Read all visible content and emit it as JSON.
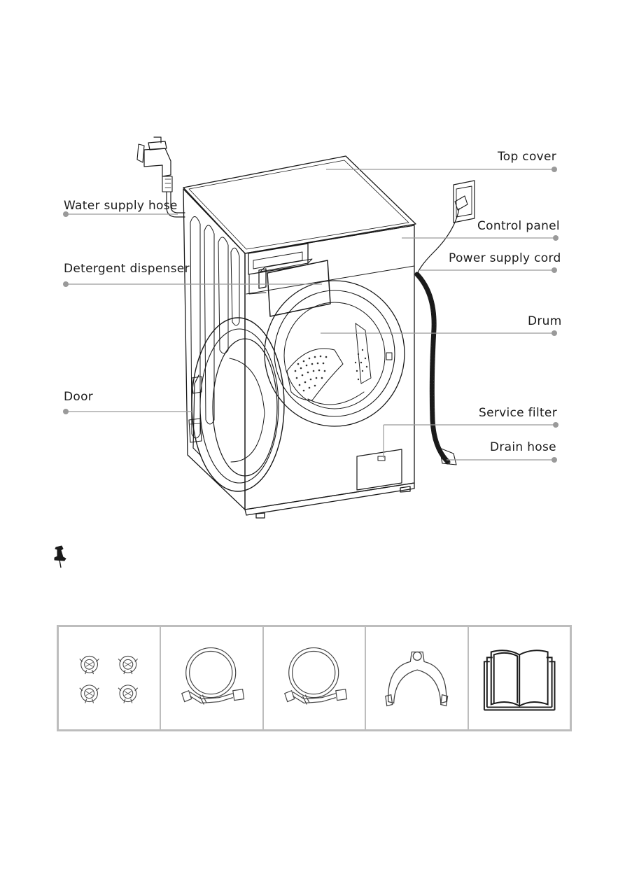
{
  "callouts": {
    "top_cover": "Top cover",
    "water_supply_hose": "Water supply hose",
    "control_panel": "Control panel",
    "power_supply_cord": "Power supply cord",
    "detergent_dispenser": "Detergent dispenser",
    "drum": "Drum",
    "door": "Door",
    "service_filter": "Service filter",
    "drain_hose": "Drain hose"
  },
  "accessories": [
    {
      "icon": "transit-bolt-caps-icon"
    },
    {
      "icon": "water-inlet-hose-icon"
    },
    {
      "icon": "water-inlet-hose-icon"
    },
    {
      "icon": "drain-hose-bracket-icon"
    },
    {
      "icon": "manual-book-icon"
    }
  ],
  "colors": {
    "line": "#1a1a1a",
    "leader": "#9a9a9a",
    "border": "#bdbdbd"
  }
}
